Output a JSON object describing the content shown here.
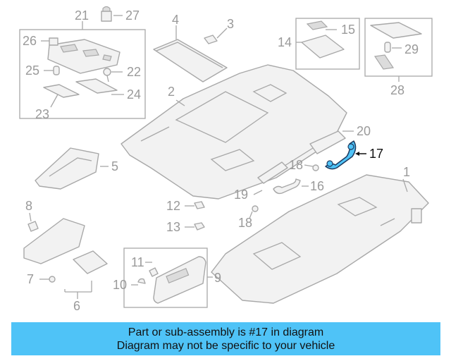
{
  "callouts": {
    "c1": "1",
    "c2": "2",
    "c3": "3",
    "c4": "4",
    "c5": "5",
    "c6": "6",
    "c7": "7",
    "c8": "8",
    "c9": "9",
    "c10": "10",
    "c11": "11",
    "c12": "12",
    "c13": "13",
    "c14": "14",
    "c15": "15",
    "c16": "16",
    "c17": "17",
    "c18a": "18",
    "c18b": "18",
    "c19": "19",
    "c20": "20",
    "c21": "21",
    "c22": "22",
    "c23": "23",
    "c24": "24",
    "c25": "25",
    "c26": "26",
    "c27": "27",
    "c28": "28",
    "c29": "29"
  },
  "highlight": {
    "part_number": "17",
    "color": "#4fc3f7"
  },
  "banner": {
    "line1": "Part or sub-assembly is #17 in diagram",
    "line2": "Diagram may not be specific to your vehicle",
    "background": "#4fc3f7"
  },
  "colors": {
    "line_art": "#a8a8a8",
    "callout_text": "#9a9a9a"
  }
}
